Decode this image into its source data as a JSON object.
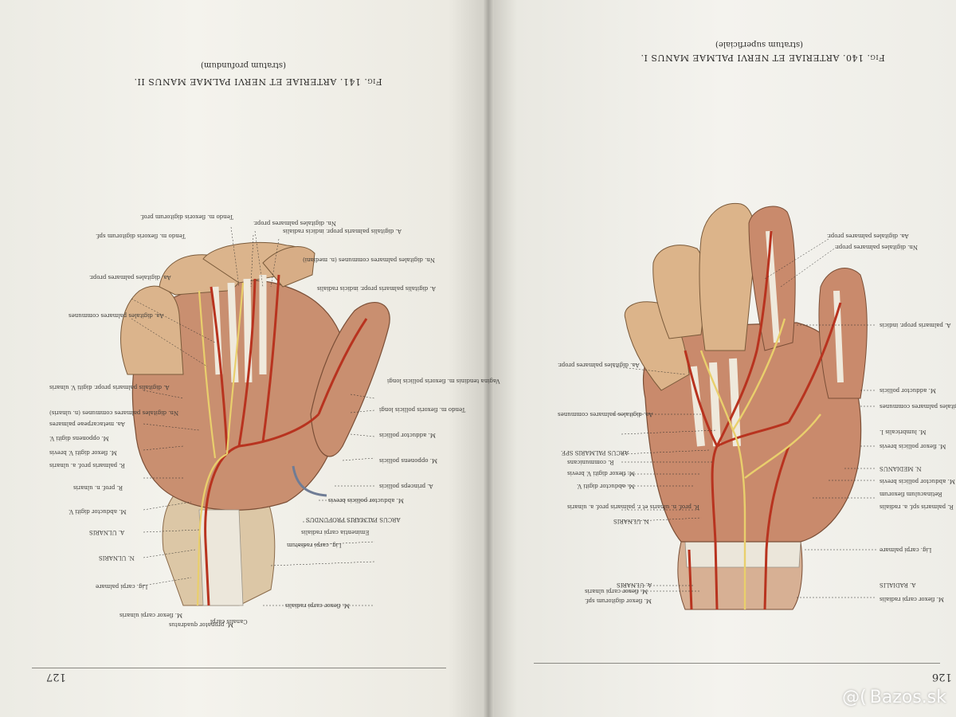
{
  "left_page": {
    "figure_title": "Fig. 141. ARTERIAE ET NERVI PALMAE MANUS II.",
    "figure_subtitle": "(stratum profundum)",
    "page_number": "127",
    "labels": [
      "Tendo m. flexoris digitorum prof.",
      "Nn. digitales palmares propr.",
      "Tendo m. flexoris digitorum spf.",
      "A. digitalis palmaris propr. indicis radialis",
      "Nn. digitales palmares communes (n. mediani)",
      "A. digitalis palmaris propr. indicis radialis",
      "Aa. digitales palmares propr.",
      "Aa. digitales palmares communes",
      "Vagina tendinis m. flexoris pollicis longi",
      "A. digitalis palmaris propr. digiti V. ulnaris",
      "Nn. digitales palmares communes (n. ulnaris)",
      "Aa. metacarpeae palmares",
      "Tendo m. flexoris pollicis longi",
      "M. opponens digiti V.",
      "M. adductor pollicis",
      "M. flexor digiti V. brevis",
      "R. palmaris prof. a. ulnaris",
      "M. opponens pollicis",
      "R. prof. n. ulnaris",
      "A. princeps pollicis",
      "M. abductor pollicis brevis",
      "M. abductor digiti V.",
      "ARCUS PALMARIS PROFUNDUS",
      "A. ULNARIS",
      "Eminentia carpi radialis",
      "N. ULNARIS",
      "Lig. carpi radiatum",
      "Lig. carpi palmare",
      "M. flexor carpi radialis",
      "M. flexor carpi ulnaris",
      "Canalis carpi",
      "M. pronator quadratus"
    ]
  },
  "right_page": {
    "figure_title": "Fig. 140. ARTERIAE ET NERVI PALMAE MANUS I.",
    "figure_subtitle": "(stratum superficiale)",
    "page_number": "126",
    "labels": [
      "Aa. digitales palmares propr.",
      "Nn. digitales palmares propr.",
      "A. palmaris propr. indicis",
      "Aa. digitales palmares propr.",
      "M. adductor pollicis",
      "Nn. digitales palmares communes",
      "Aa. digitales palmares communes",
      "M. lumbricalis I.",
      "M. flexor pollicis brevis",
      "ARCUS PALMARIS SPF.",
      "R. communicans",
      "N. MEDIANUS",
      "M. flexor digiti V. brevis",
      "M. abductor pollicis brevis",
      "M. abductor digiti V.",
      "Retinaculum flexorum",
      "R. palmaris spf. a. radialis",
      "R. prof. n. ulnaris et r. palmaris prof. a. ulnaris",
      "N. ULNARIS",
      "Lig. carpi palmare",
      "A. ULNARIS",
      "A. RADIALIS",
      "M. flexor carpi ulnaris",
      "M. flexor digitorum spf.",
      "M. flexor carpi radialis"
    ]
  },
  "watermark": {
    "text": "Bazos.sk",
    "symbol": "@("
  },
  "colors": {
    "paper": "#f3f2ec",
    "artery": "#b8331f",
    "nerve": "#e9cf6c",
    "skin": "#d9b48a",
    "muscle": "#c98a6c",
    "tendon": "#e6e2d6"
  }
}
